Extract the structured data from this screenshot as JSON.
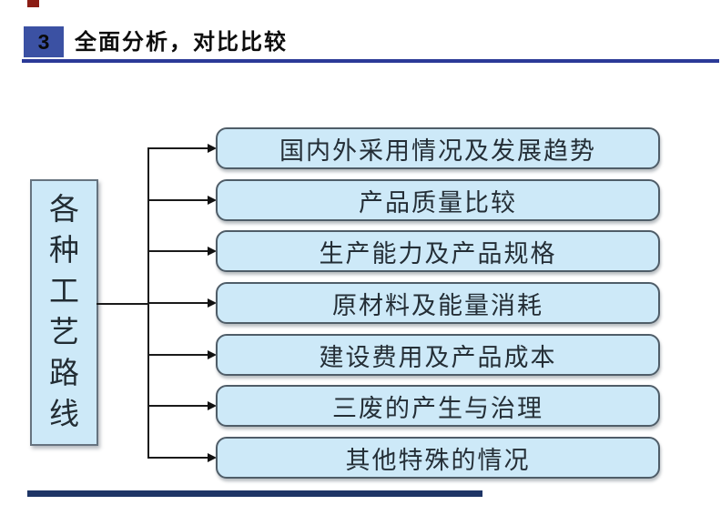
{
  "header": {
    "number": "3",
    "title": "全面分析，对比比较"
  },
  "diagram": {
    "source_label": "各种工艺路线",
    "source_chars": [
      "各",
      "种",
      "工",
      "艺",
      "路",
      "线"
    ],
    "branches": [
      {
        "label": "国内外采用情况及发展趋势"
      },
      {
        "label": "产品质量比较"
      },
      {
        "label": "生产能力及产品规格"
      },
      {
        "label": "原材料及能量消耗"
      },
      {
        "label": "建设费用及产品成本"
      },
      {
        "label": "三废的产生与治理"
      },
      {
        "label": "其他特殊的情况"
      }
    ]
  },
  "colors": {
    "header_badge": "#3b51a3",
    "header_underline": "#2b3a97",
    "box_fill": "#cde9f8",
    "box_border": "#4f5d68",
    "connector_line": "#1a1a1a",
    "top_mark": "#8b1d15",
    "bottom_bar": "#1e3566",
    "box_text": "#242e36"
  }
}
